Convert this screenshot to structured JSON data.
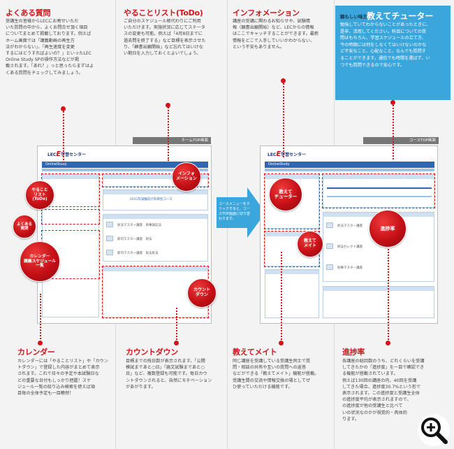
{
  "sections": {
    "faq": {
      "title": "よくある質問",
      "lines": [
        "受講生の皆様からLECにお寄せいただ",
        "いた質問の中から、よくお問合せ頂く項目",
        "についてまとめて掲載しております。例えば",
        "ホーム画面では「講義動画の再生方",
        "法がわからない」、「再生速度を変更",
        "するにはどうすればよいの？」といったLEC",
        "Online Study SPの操作方法などが掲",
        "載されます。「あれ？」っと思ったらまずはよ",
        "くある質問をチェックしてみましょう。"
      ]
    },
    "todo": {
      "title": "やることリスト(ToDo)",
      "lines": [
        "ご自分のスケジュール帳代わりにご利用",
        "いただけます。実施状況に応じてステータ",
        "スの変更も可能。例えば「4月8日までに",
        "過去問を終了する」など目標を表示させた",
        "り、「顧書出願開始」など忘れてはいけな",
        "い期日を入力しておくとよいでしょう。"
      ]
    },
    "info": {
      "title": "インフォメーション",
      "lines": [
        "講座の受講に関わるお知らせや、試験情",
        "報（願書出願開始）など、LECからの情報",
        "はここでキャッチすることができます。最新",
        "情報をどこで入手していいかわからない、",
        "という不安もありません。"
      ]
    },
    "tutor": {
      "title_small": "頼もしい味方",
      "title_big": "教えてチューター",
      "lines": [
        "勉強していてわからないことがあったときに、",
        "是非、活用してください。科目についての質",
        "問はもちろん、学習スケジュールの立て方、",
        "今の時期には何をしなくてはいけないのかな",
        "ど不安なこと、心配なこと、なんでも質問す",
        "ることができます。通信でも時間を選ばず、い",
        "つでも質問できるので安心です。"
      ]
    },
    "calendar": {
      "title": "カレンダー",
      "lines": [
        "カレンダーには「やることリスト」や「カウン",
        "トダウン」で登録した内容がまとめて表示",
        "されます。これで日々の予定や本試験日な",
        "どの重要な日付もしっかり把握！スケ",
        "ジュール一覧の絞り込み検索を使えば項",
        "目毎の全体予定も一目瞭然！"
      ]
    },
    "countdown": {
      "title": "カウントダウン",
      "lines": [
        "目標までの残日数が表示されます。「公開",
        "模試まであと○日」「論文試験まであと○",
        "日」など、複数登録も可能です。毎日カウ",
        "ントダウンされると、自然にモチベーション",
        "があがります。"
      ]
    },
    "teach": {
      "title": "教えてメイト",
      "lines": [
        "同じ講座を受講している受講生同士で質",
        "問・相談の共有や互いの質問への返答",
        "などができる「教えてメイト」機能が搭載。",
        "受講生間の交流や情報交換の場としてぜ",
        "ひ使っていただける機能です。"
      ]
    },
    "progress": {
      "title": "進捗率",
      "lines": [
        "各講座の総回数のうち、どれくらいを受講",
        "してきたかの「進捗度」を一目で確認でき",
        "る機能が搭載されています。",
        "例えば130回の講座の内、40回を受講",
        "してきた場合、進捗度30.7%という形で",
        "表示されます。この進捗度と受講生全体",
        "の進捗度平均が表示されますので、",
        "の進捗度が他の受講生と比べて",
        "いの状況なのかが視覚的・具体的",
        "ります。"
      ]
    }
  },
  "screens": {
    "left_tag": "ホームTOP画面",
    "right_tag": "コースTOP画面",
    "logo_text": "LEC",
    "logo_brand": "E",
    "logo_suffix": "学習センター",
    "nav_label": "OnlineStudy",
    "course_link": "2011年試験向け科目別コース",
    "left_rows": [
      "民法マスター講座　刑事訴訟法",
      "新司マスター講座　刑法",
      "新司マスター講座　民法民法"
    ],
    "right_rows": [
      "民法マスター講座",
      "刑法セレクト講座",
      "刑事マスター講座"
    ]
  },
  "arrow_text": "コースメニューをクリックすると、コースTOP画面に切り替わります。",
  "bubbles": {
    "todo": "やること\nリスト\n(ToDo)",
    "faq": "よくある\n質問",
    "calendar": "カレンダー\n講義スケジュール\n一覧",
    "info": "インフォ\nメーション",
    "countdown": "カウント\nダウン",
    "tutor": "教えて\nチューター",
    "mate": "教えて\nメイト",
    "progress": "進捗率"
  },
  "colors": {
    "accent": "#d0161c",
    "tutor_bg": "#3aa6dc",
    "nav": "#2f67b4"
  },
  "icons": {
    "zoom": "zoom-in-icon",
    "arrow": "right-arrow-icon"
  }
}
